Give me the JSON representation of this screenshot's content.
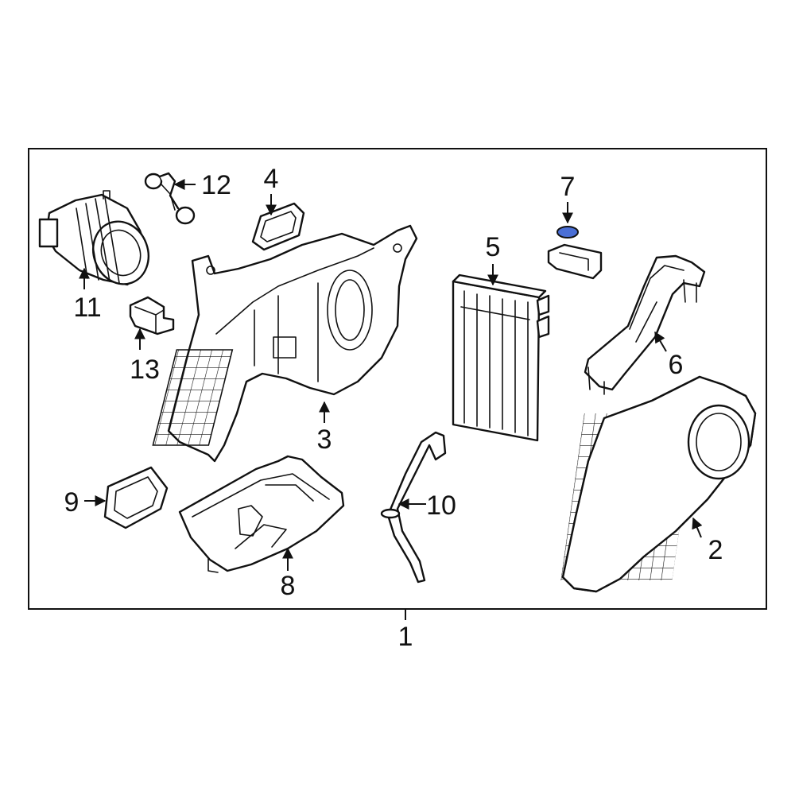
{
  "highlight_color": "#4a6fd6",
  "callouts": {
    "c1": "1",
    "c2": "2",
    "c3": "3",
    "c4": "4",
    "c5": "5",
    "c6": "6",
    "c7": "7",
    "c8": "8",
    "c9": "9",
    "c10": "10",
    "c11": "11",
    "c12": "12",
    "c13": "13"
  }
}
